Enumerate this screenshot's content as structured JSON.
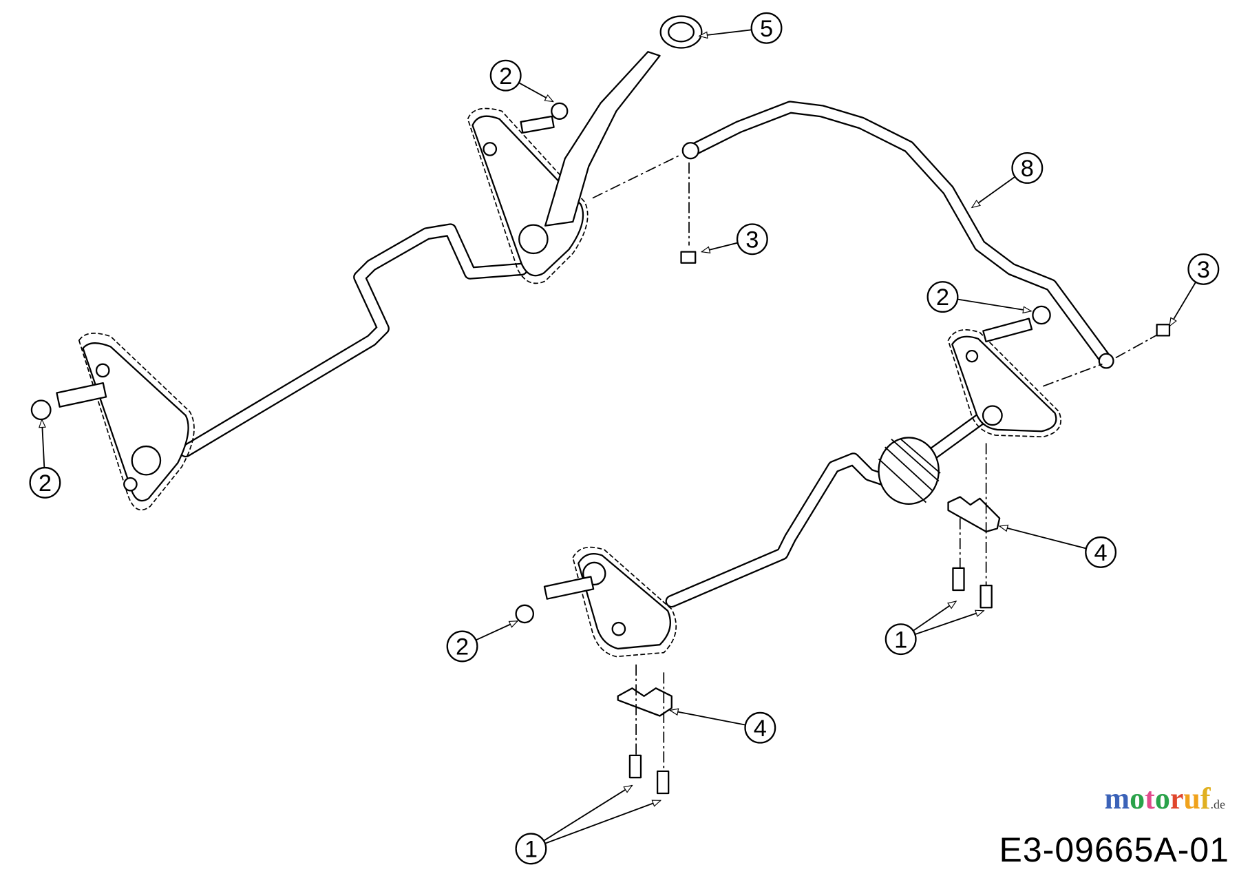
{
  "drawing_id": "E3-09665A-01",
  "watermark": {
    "letters": [
      "m",
      "o",
      "t",
      "o",
      "r",
      "u",
      "f"
    ],
    "suffix": ".de",
    "colors": [
      "#3b62b8",
      "#2aa24a",
      "#e24b8c",
      "#2aa24a",
      "#e0462c",
      "#f0a21c",
      "#e0b020"
    ]
  },
  "callouts": [
    {
      "number": "2"
    },
    {
      "number": "5"
    },
    {
      "number": "8"
    },
    {
      "number": "3"
    },
    {
      "number": "3"
    },
    {
      "number": "2"
    },
    {
      "number": "2"
    },
    {
      "number": "4"
    },
    {
      "number": "1"
    },
    {
      "number": "2"
    },
    {
      "number": "4"
    },
    {
      "number": "1"
    }
  ]
}
